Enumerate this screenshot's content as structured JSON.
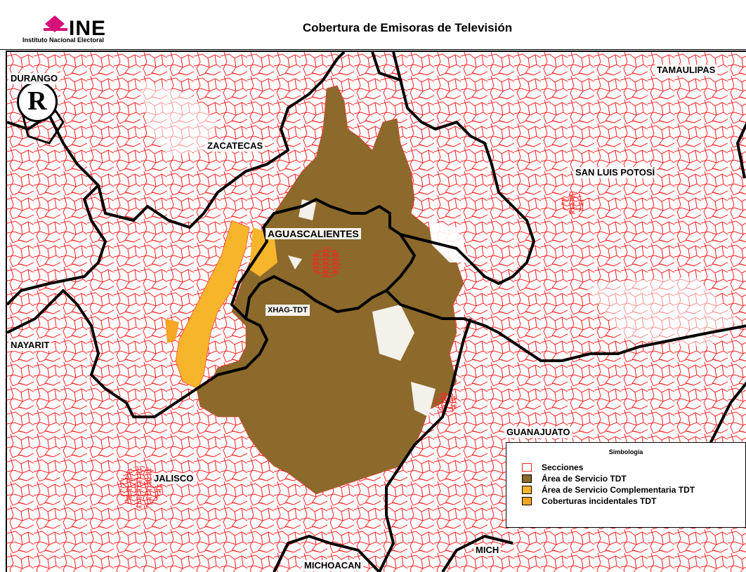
{
  "header": {
    "logo_text": "INE",
    "logo_subtitle": "Instituto Nacional Electoral",
    "title": "Cobertura de Emisoras de Televisión"
  },
  "map": {
    "north_symbol": "R",
    "colors": {
      "sections_line": "#ff2020",
      "state_border": "#000000",
      "service_area": "#8c6a2c",
      "complementary_area": "#f7b52b",
      "incidental": "#f5a623"
    },
    "labels": {
      "durango": "DURANGO",
      "tamaulipas": "TAMAULIPAS",
      "zacatecas": "ZACATECAS",
      "san_luis_potosi": "SAN LUIS POTOSÍ",
      "aguascalientes": "AGUASCALIENTES",
      "station": "XHAG-TDT",
      "nayarit": "NAYARIT",
      "guanajuato": "GUANAJUATO",
      "jalisco": "JALISCO",
      "michoacan_partial": "MICH",
      "michoacan": "MICHOACAN"
    }
  },
  "legend": {
    "title": "Simbología",
    "items": [
      {
        "label": "Secciones",
        "color": "#ffffff",
        "border": "#ff2020"
      },
      {
        "label": "Área de Servicio TDT",
        "color": "#8c6a2c",
        "border": "#000000"
      },
      {
        "label": "Área de Servicio Complementaria TDT",
        "color": "#f7b52b",
        "border": "#000000"
      },
      {
        "label": "Coberturas incidentales TDT",
        "color": "#f5a623",
        "border": "#000000"
      }
    ]
  }
}
